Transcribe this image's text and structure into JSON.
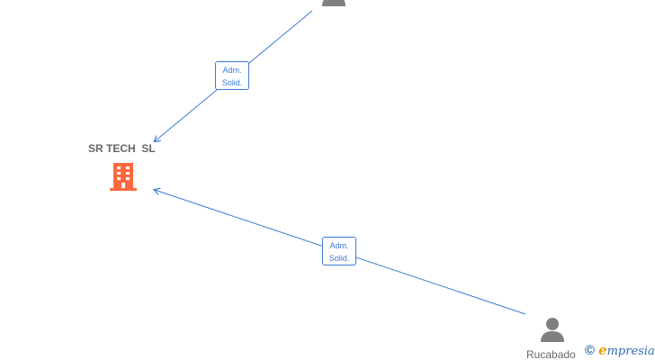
{
  "colors": {
    "edge": "#3a7bd5",
    "company_icon": "#ff6a3d",
    "person_icon": "#808080",
    "label": "#666666",
    "brand_blue": "#2d6ab3",
    "brand_orange": "#f29400"
  },
  "nodes": {
    "company": {
      "label": "SR TECH  SL",
      "icon": "building-icon"
    },
    "person_top": {
      "label": "",
      "icon": "person-icon"
    },
    "person_bottom": {
      "label": "Rucabado",
      "icon": "person-icon"
    }
  },
  "edges": [
    {
      "from": "person_top",
      "to": "company",
      "role_line1": "Adm.",
      "role_line2": "Solid."
    },
    {
      "from": "person_bottom",
      "to": "company",
      "role_line1": "Adm.",
      "role_line2": "Solid."
    }
  ],
  "footer": {
    "copyright_symbol": "©",
    "brand_initial": "e",
    "brand_rest": "mpresia"
  }
}
